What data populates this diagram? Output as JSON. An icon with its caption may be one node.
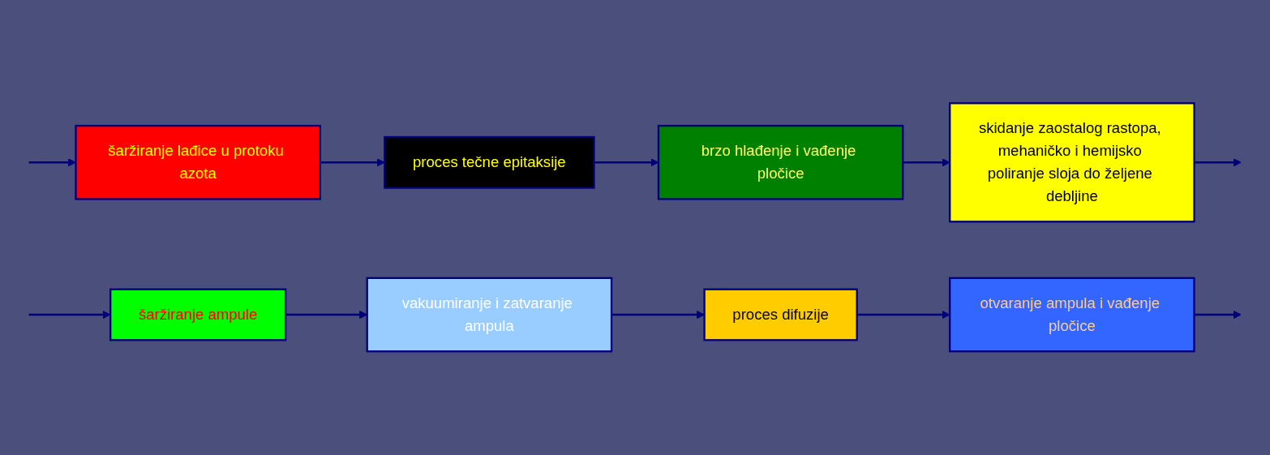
{
  "diagram": {
    "nodes": [
      {
        "text": [
          "šaržiranje lađice u protoku azota"
        ]
      },
      {
        "text": [
          "proces tečne epitaksije"
        ]
      },
      {
        "text": [
          "brzo hlađenje i vađenje pločice"
        ]
      },
      {
        "text": [
          "skidanje zaostalog rastopa, mehaničko i hemijsko poliranje sloja do željene debljine"
        ]
      },
      {
        "text": [
          "šaržiranje ampule"
        ]
      },
      {
        "text": [
          "vakuumiranje i zatvaranje ampula"
        ]
      },
      {
        "text": [
          "proces difuzije"
        ]
      },
      {
        "text": [
          "otvaranje ampula i vađenje pločice"
        ]
      }
    ],
    "edges": [
      {
        "from": null,
        "to": 0,
        "arrow": "to"
      },
      {
        "from": 0,
        "to": 1,
        "arrow": "to"
      },
      {
        "from": 1,
        "to": 2,
        "arrow": "to"
      },
      {
        "from": 2,
        "to": 3,
        "arrow": "to"
      },
      {
        "from": 3,
        "to": null,
        "arrow": "to"
      },
      {
        "from": null,
        "to": 4,
        "arrow": "to"
      },
      {
        "from": 4,
        "to": 5,
        "arrow": "to"
      },
      {
        "from": 5,
        "to": 6,
        "arrow": "to"
      },
      {
        "from": 6,
        "to": 7,
        "arrow": "to"
      },
      {
        "from": 7,
        "to": null,
        "arrow": "to"
      }
    ]
  }
}
